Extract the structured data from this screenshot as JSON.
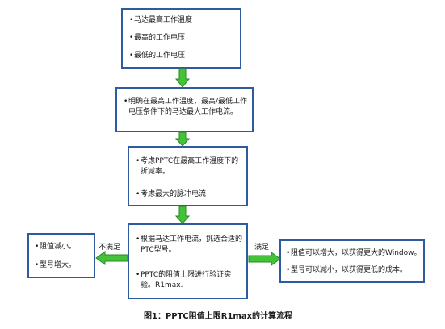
{
  "box1": {
    "items": [
      "马达最高工作温度",
      "最高的工作电压",
      "最低的工作电压"
    ]
  },
  "box2": {
    "text": "明确在最高工作温度，最高/最低工作电压条件下的马达最大工作电流。"
  },
  "box3": {
    "item1": "考虑PPTC在最高工作温度下的折减率。",
    "item2": "考虑最大的脉冲电流"
  },
  "box4": {
    "item1": "根据马达工作电流，挑选合适的PTC型号。",
    "item2": "PPTC的阻值上限进行验证实验。R1max."
  },
  "left_box": {
    "items": [
      "阻值减小。",
      "型号增大。"
    ]
  },
  "right_box": {
    "items": [
      "阻值可以增大，以获得更大的Window。",
      "型号可以减小，以获得更低的成本。"
    ]
  },
  "labels": {
    "not_satisfied": "不满足",
    "satisfied": "满足"
  },
  "caption": "图1：PPTC阻值上限R1max的计算流程",
  "colors": {
    "border": "#2e5aa0",
    "arrow": "#44c23a",
    "arrow_edge": "#2a8a24"
  },
  "bullet": "•"
}
